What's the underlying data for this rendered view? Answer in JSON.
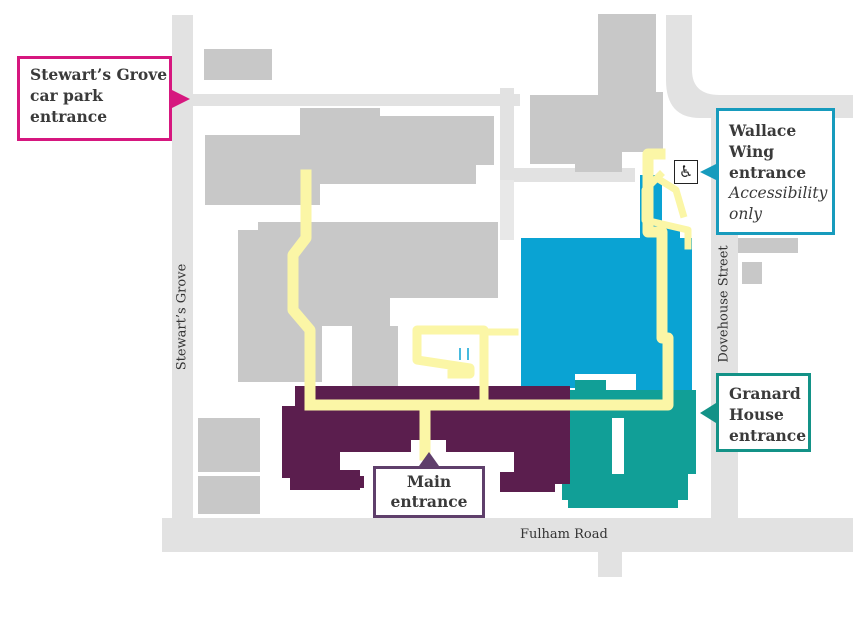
{
  "colors": {
    "road": "#e2e2e2",
    "building": "#c8c8c8",
    "path": "#fbf6a6",
    "main_building": "#5b1e4e",
    "wallace_wing": "#0aa3d3",
    "granard_house": "#119f97",
    "stewart_callout": "#d6177f",
    "wallace_callout": "#179bbd",
    "granard_callout": "#139287",
    "main_callout": "#5f3f6b"
  },
  "callouts": {
    "stewart": {
      "lines": [
        "Stewart’s Grove",
        "car park",
        "entrance"
      ]
    },
    "wallace": {
      "lines": [
        "Wallace",
        "Wing",
        "entrance"
      ],
      "note_lines": [
        "Accessibility",
        "only"
      ]
    },
    "granard": {
      "lines": [
        "Granard",
        "House",
        "entrance"
      ]
    },
    "main": {
      "lines": [
        "Main",
        "entrance"
      ]
    }
  },
  "streets": {
    "fulham": "Fulham Road",
    "stewart": "Stewart’s Grove",
    "dovehouse": "Dovehouse Street"
  },
  "icons": {
    "accessibility": "wheelchair-icon"
  }
}
